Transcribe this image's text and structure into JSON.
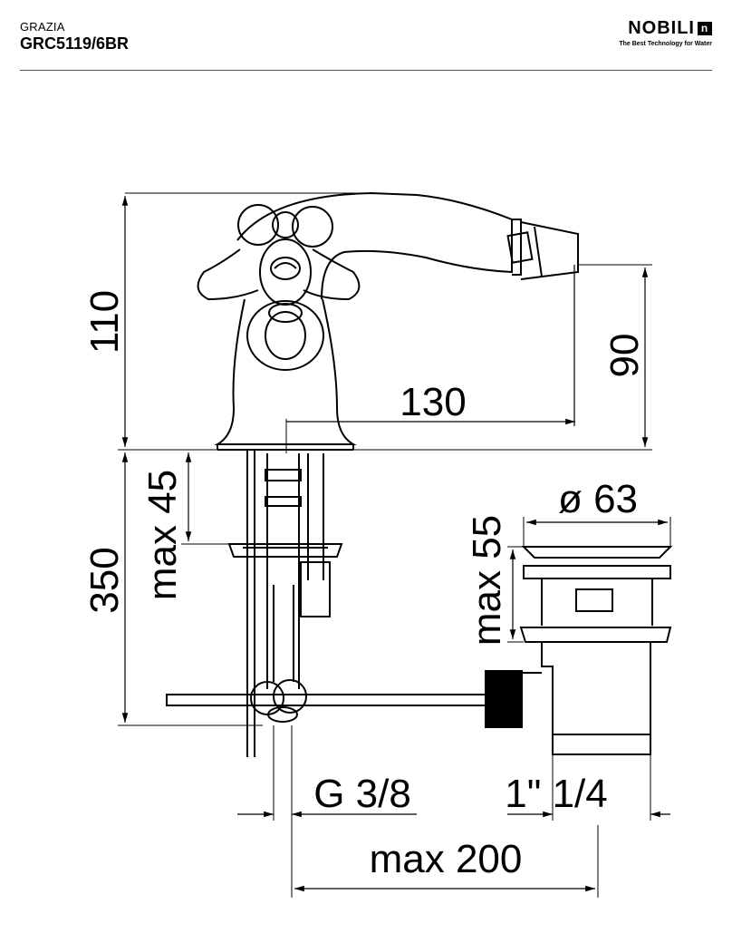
{
  "header": {
    "series": "GRAZIA",
    "code": "GRC5119/6BR",
    "brand": "NOBILI",
    "brand_mark": "n",
    "tagline": "The Best Technology for Water"
  },
  "dimensions": {
    "height_top": "110",
    "spout_height": "90",
    "spout_reach": "130",
    "max_thickness": "max 45",
    "total_height": "350",
    "drain_diameter": "ø 63",
    "drain_height": "max 55",
    "inlet_thread": "G 3/8",
    "drain_thread": "1\" 1/4",
    "max_distance": "max 200"
  }
}
